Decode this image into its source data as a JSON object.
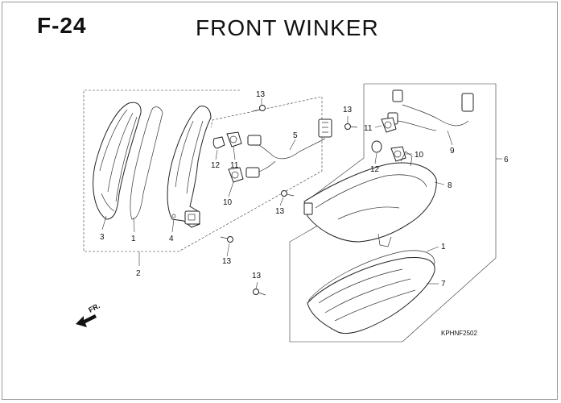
{
  "figure": {
    "code": "F-24",
    "title": "FRONT WINKER",
    "catalog_code": "KPHNF2502",
    "direction_label": "FR."
  },
  "callouts": {
    "c1a": "1",
    "c1b": "1",
    "c2": "2",
    "c3": "3",
    "c4": "4",
    "c5": "5",
    "c6": "6",
    "c7": "7",
    "c8": "8",
    "c9": "9",
    "c10a": "10",
    "c10b": "10",
    "c11a": "11",
    "c11b": "11",
    "c12a": "12",
    "c12b": "12",
    "c13a": "13",
    "c13b": "13",
    "c13c": "13",
    "c13d": "13",
    "c13e": "13"
  },
  "colors": {
    "line": "#222222",
    "background": "#ffffff"
  }
}
